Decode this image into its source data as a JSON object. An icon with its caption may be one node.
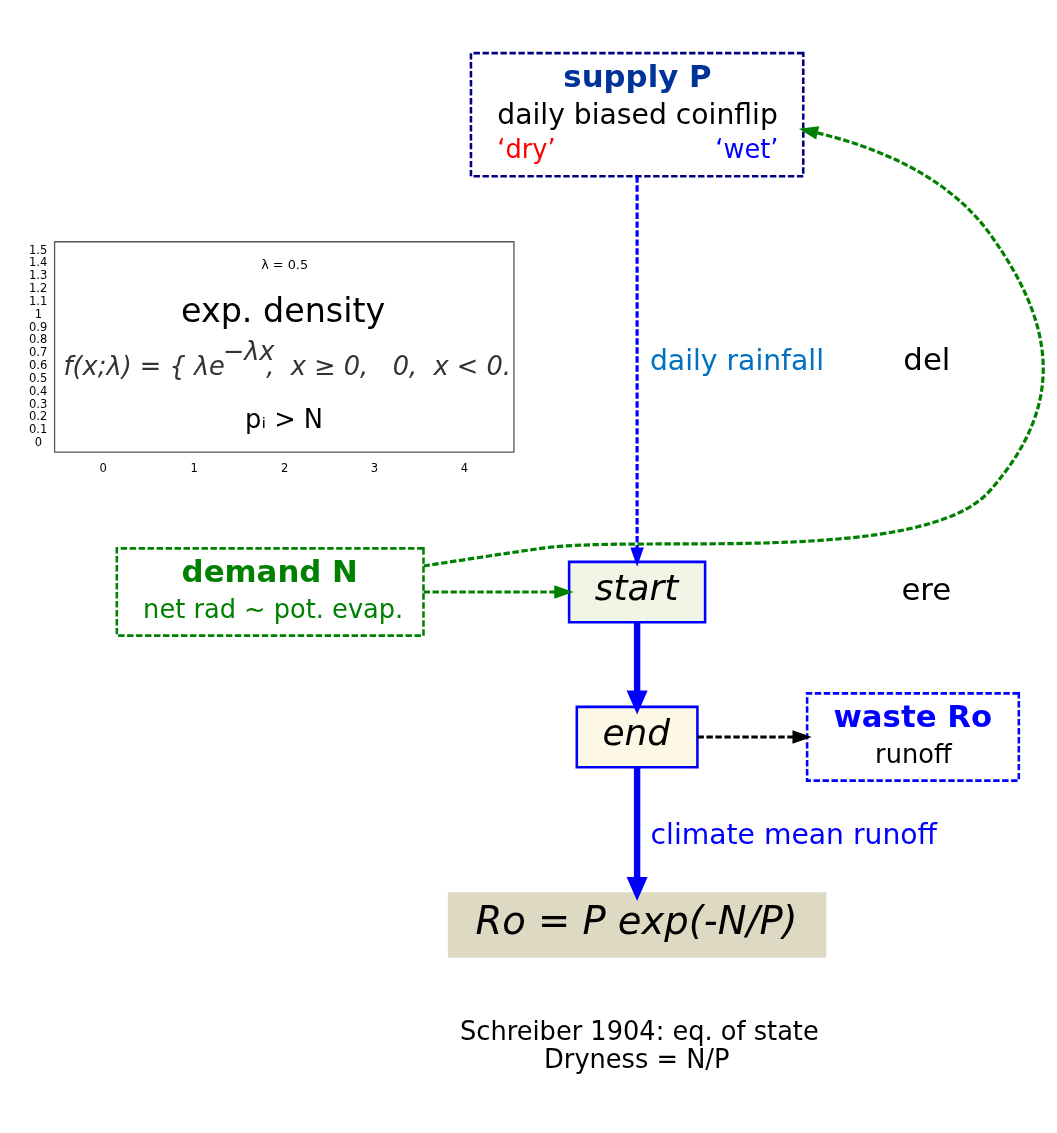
{
  "diagram": {
    "nodes": [
      {
        "text": [
          "supply P",
          "daily biased coinflip",
          "‘dry’",
          "‘wet’"
        ]
      },
      {
        "text": [
          "λ = 0.5",
          "exp. density",
          "f(x;λ) = { λe$^{−λx}$,  x ≥ 0,   0,  x < 0.",
          "pᵢ > N"
        ],
        "beside": [
          "1.5",
          "1.4",
          "1.3",
          "1.2",
          "1.1",
          "1",
          "0.9",
          "0.8",
          "0.7",
          "0.6",
          "0.5",
          "0.4",
          "0.3",
          "0.2",
          "0.1",
          "0",
          "0",
          "1",
          "2",
          "3",
          "4"
        ]
      },
      {
        "text": [
          "start"
        ]
      },
      {
        "text": [
          "demand N",
          "net rad ~ pot. evap."
        ]
      },
      {
        "text": [
          "end"
        ]
      },
      {
        "text": [
          "waste Ro",
          "runoff"
        ]
      },
      {
        "text": [
          "Ro = P exp(-N/P)"
        ],
        "beside": [
          "Schreiber 1904: eq. of state",
          "Dryness = N/P"
        ]
      }
    ],
    "edges": [
      {
        "from": 0,
        "to": 2,
        "arrow": "to",
        "label": "daily rainfall",
        "style": "dashed",
        "color": "#0000ff"
      },
      {
        "from": 3,
        "to": 0,
        "arrow": "to",
        "style": "dashed",
        "color": "#008000"
      },
      {
        "from": 3,
        "to": 2,
        "arrow": "to",
        "style": "dashed",
        "color": "#008000"
      },
      {
        "from": 2,
        "to": 4,
        "arrow": "to",
        "style": "thick",
        "color": "#0000ff"
      },
      {
        "from": 4,
        "to": 5,
        "arrow": "to",
        "style": "dashed",
        "color": "#000000"
      },
      {
        "from": 4,
        "to": 6,
        "arrow": "to",
        "label": "climate mean runoff",
        "style": "thick",
        "color": "#0000ff"
      }
    ],
    "labels": [
      "del",
      "ere"
    ]
  }
}
